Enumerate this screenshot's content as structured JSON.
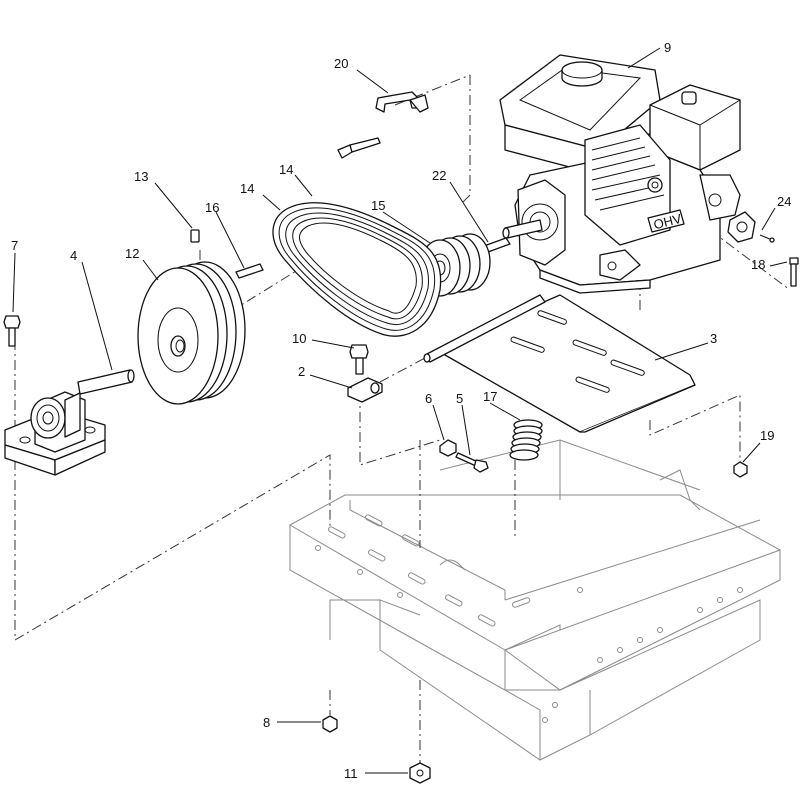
{
  "callouts": [
    {
      "id": "c1",
      "text": "9"
    },
    {
      "id": "c2",
      "text": "20"
    },
    {
      "id": "c3",
      "text": "13"
    },
    {
      "id": "c4",
      "text": "14"
    },
    {
      "id": "c5",
      "text": "14"
    },
    {
      "id": "c6",
      "text": "22"
    },
    {
      "id": "c7",
      "text": "16"
    },
    {
      "id": "c8",
      "text": "15"
    },
    {
      "id": "c9",
      "text": "24"
    },
    {
      "id": "c10",
      "text": "7"
    },
    {
      "id": "c11",
      "text": "12"
    },
    {
      "id": "c12",
      "text": "18"
    },
    {
      "id": "c13",
      "text": "4"
    },
    {
      "id": "c14",
      "text": "3"
    },
    {
      "id": "c15",
      "text": "10"
    },
    {
      "id": "c16",
      "text": "2"
    },
    {
      "id": "c17",
      "text": "6"
    },
    {
      "id": "c18",
      "text": "5"
    },
    {
      "id": "c19",
      "text": "17"
    },
    {
      "id": "c20",
      "text": "19"
    },
    {
      "id": "c21",
      "text": "8"
    },
    {
      "id": "c22",
      "text": "11"
    }
  ]
}
